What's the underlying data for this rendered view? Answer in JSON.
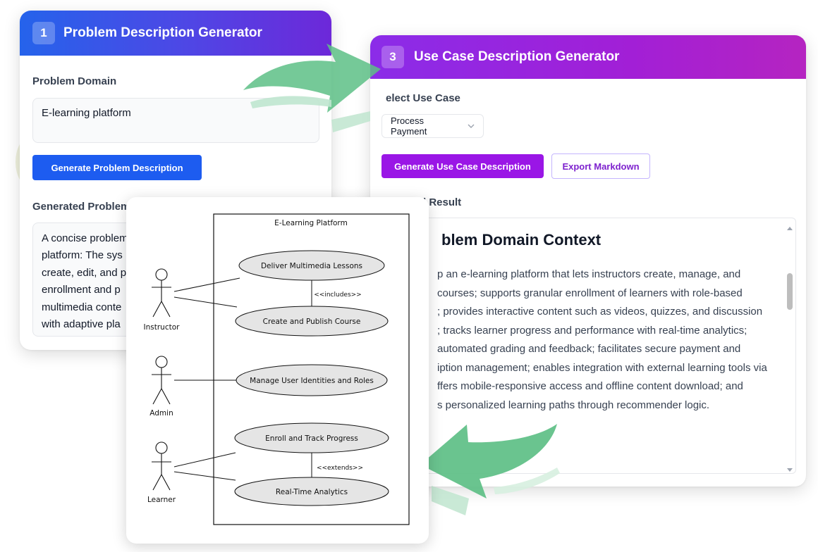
{
  "card1": {
    "step": "1",
    "title": "Problem Description Generator",
    "domain_label": "Problem Domain",
    "domain_value": "E-learning platform",
    "generate_button": "Generate Problem Description",
    "generated_label": "Generated Problem",
    "generated_lines": [
      "A concise problem",
      "platform: The sys",
      "create, edit, and p",
      "enrollment and p",
      "multimedia conte",
      "with adaptive pla"
    ]
  },
  "card3": {
    "step": "3",
    "title": "Use Case Description Generator",
    "select_label": "elect Use Case",
    "select_value": "Process Payment",
    "generate_button": "Generate Use Case Description",
    "export_button": "Export Markdown",
    "result_label": "d Result",
    "result_heading": "blem Domain Context",
    "result_lines": [
      "p an e-learning platform that lets instructors create, manage, and",
      "courses; supports granular enrollment of learners with role-based",
      "; provides interactive content such as videos, quizzes, and discussion",
      "; tracks learner progress and performance with real-time analytics;",
      "automated grading and feedback; facilitates secure payment and",
      "iption management; enables integration with external learning tools via",
      "ffers mobile-responsive access and offline content download; and",
      "s personalized learning paths through recommender logic."
    ]
  },
  "diagram": {
    "system_title": "E-Learning Platform",
    "actors": [
      "Instructor",
      "Admin",
      "Learner"
    ],
    "use_cases": [
      "Deliver Multimedia Lessons",
      "Create and Publish Course",
      "Manage User Identities and Roles",
      "Enroll and Track Progress",
      "Real-Time Analytics"
    ],
    "relations": [
      "<<includes>>",
      "<<extends>>"
    ]
  },
  "colors": {
    "card1_gradient": [
      "#2563eb",
      "#6d28d9"
    ],
    "card3_gradient": [
      "#8b2ce8",
      "#b524c1"
    ],
    "blue_button": "#1d5cf0",
    "purple_button": "#9a16e6",
    "arrow_green": "#5dbf86"
  },
  "icons": [
    "chevron-down-icon",
    "scroll-up-icon",
    "scroll-down-icon",
    "curved-arrow-icon"
  ]
}
